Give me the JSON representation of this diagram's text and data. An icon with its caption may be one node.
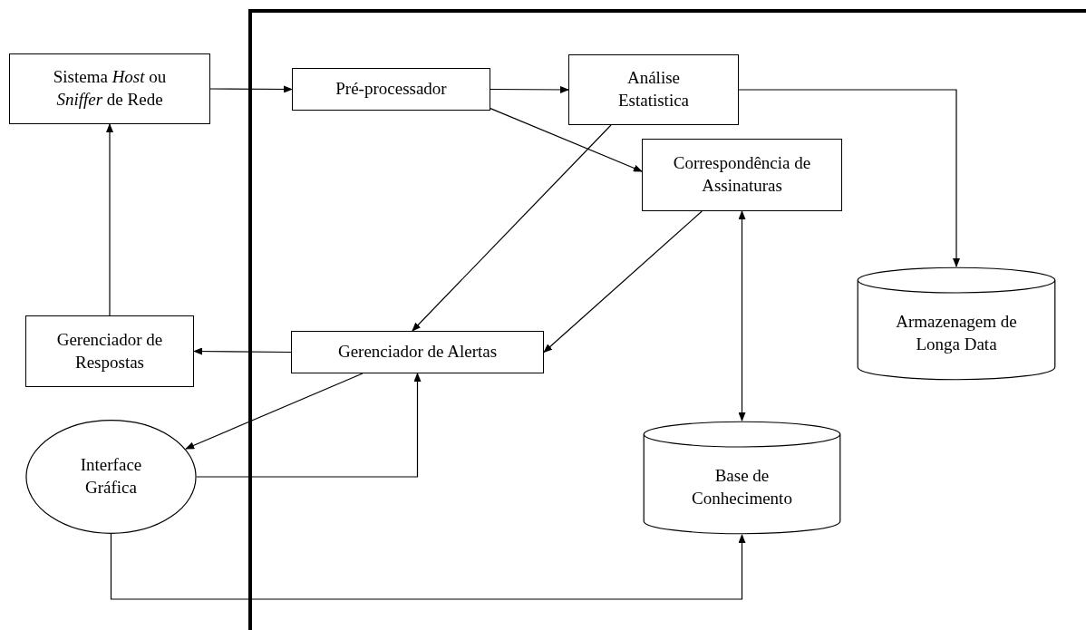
{
  "diagram": {
    "nodes": [
      {
        "text": [
          "Sistema *Host* ou *Sniffer* de Rede"
        ]
      },
      {
        "text": [
          "Pré-processador"
        ]
      },
      {
        "text": [
          "Análise Estatistica"
        ]
      },
      {
        "text": [
          "Correspondência de Assinaturas"
        ]
      },
      {
        "text": [
          "Armazenagem de Longa Data"
        ]
      },
      {
        "text": [
          "Gerenciador de Respostas"
        ]
      },
      {
        "text": [
          "Gerenciador de Alertas"
        ]
      },
      {
        "text": [
          "Interface Gráfica"
        ]
      },
      {
        "text": [
          "Base de Conhecimento"
        ]
      }
    ],
    "edges": [
      {
        "from": 0,
        "to": 1,
        "arrow": "to"
      },
      {
        "from": 1,
        "to": 2,
        "arrow": "to"
      },
      {
        "from": 1,
        "to": 3,
        "arrow": "to"
      },
      {
        "from": 2,
        "to": 6,
        "arrow": "to"
      },
      {
        "from": 3,
        "to": 6,
        "arrow": "to"
      },
      {
        "from": 2,
        "to": 4,
        "arrow": "to"
      },
      {
        "from": 3,
        "to": 8,
        "arrow": "both"
      },
      {
        "from": 6,
        "to": 5,
        "arrow": "to"
      },
      {
        "from": 5,
        "to": 0,
        "arrow": "to"
      },
      {
        "from": 6,
        "to": 7,
        "arrow": "to"
      },
      {
        "from": 7,
        "to": 6,
        "arrow": "to"
      },
      {
        "from": 7,
        "to": 8,
        "arrow": "to"
      }
    ]
  }
}
